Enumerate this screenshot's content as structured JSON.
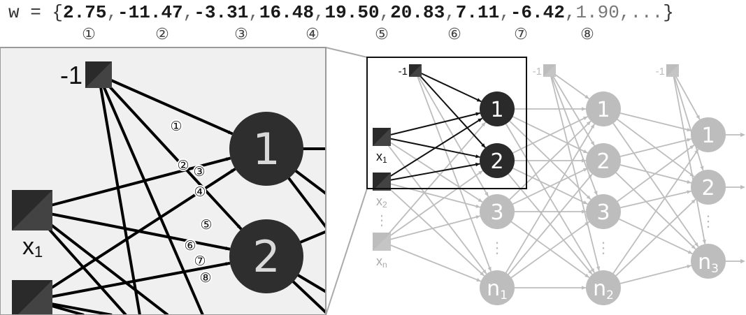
{
  "weights": {
    "prefix": "w = {",
    "highlighted": [
      "2.75",
      "-11.47",
      "-3.31",
      "16.48",
      "19.50",
      "20.83",
      "7.11",
      "-6.42"
    ],
    "rest": "1.90,...",
    "suffix": "}",
    "markers": [
      "①",
      "②",
      "③",
      "④",
      "⑤",
      "⑥",
      "⑦",
      "⑧"
    ]
  },
  "zoom": {
    "bias_label": "-1",
    "input_label": "x",
    "input_sub": "1",
    "neurons": [
      "1",
      "2"
    ],
    "edge_markers": [
      "①",
      "②",
      "③",
      "④",
      "⑤",
      "⑥",
      "⑦",
      "⑧"
    ]
  },
  "network": {
    "bias_label": "-1",
    "inputs": [
      {
        "main": "x",
        "sub": "1"
      },
      {
        "main": "x",
        "sub": "2"
      },
      {
        "main": "x",
        "sub": "n"
      }
    ],
    "ellipsis": "⋮",
    "layer1": [
      "1",
      "2",
      "3",
      "n"
    ],
    "layer1_last_sub": "1",
    "layer2": [
      "1",
      "2",
      "3",
      "n"
    ],
    "layer2_last_sub": "2",
    "output": [
      "1",
      "2",
      "n"
    ],
    "output_last_sub": "3"
  },
  "colors": {
    "active": "#2a2a2a",
    "inactive": "#bdbdbd",
    "zoom_bg": "#f0f0f0"
  }
}
